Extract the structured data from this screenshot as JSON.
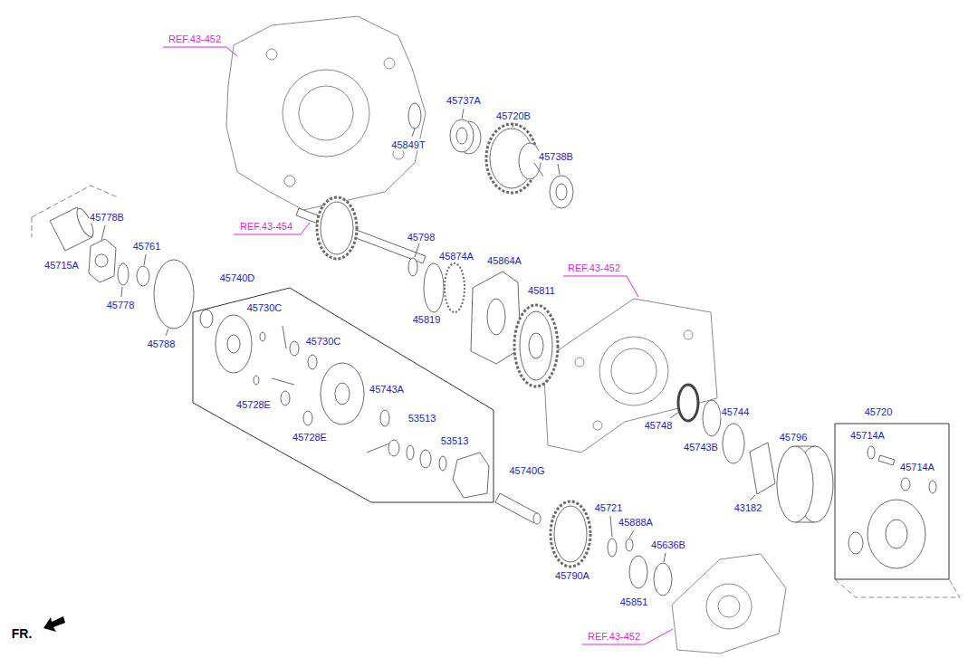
{
  "diagram": {
    "nodes": [
      {
        "text": [
          "45740D"
        ]
      },
      {
        "text": [
          "45720"
        ]
      }
    ],
    "labels": [
      "REF.43-452",
      "45849T",
      "45737A",
      "45720B",
      "45738B",
      "45778B",
      "45761",
      "45715A",
      "45778",
      "45788",
      "REF.43-454",
      "45798",
      "45874A",
      "45864A",
      "45819",
      "45811",
      "REF.43-452",
      "45730C",
      "45730C",
      "45743A",
      "45728E",
      "45728E",
      "53513",
      "53513",
      "45740G",
      "45748",
      "45743B",
      "45744",
      "45796",
      "43182",
      "45714A",
      "45714A",
      "45721",
      "45888A",
      "45636B",
      "45790A",
      "45851",
      "REF.43-452",
      "FR."
    ]
  }
}
